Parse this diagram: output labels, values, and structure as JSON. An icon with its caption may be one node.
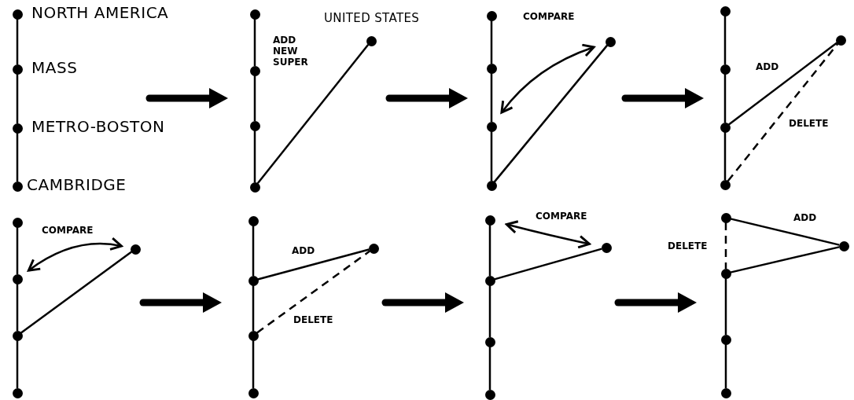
{
  "diagram": {
    "nodes": [
      {
        "text": [],
        "shape": "circle",
        "beside": [
          "NORTH AMERICA"
        ]
      },
      {
        "text": [],
        "shape": "circle",
        "beside": [
          "MASS"
        ]
      },
      {
        "text": [],
        "shape": "circle",
        "beside": [
          "METRO-BOSTON"
        ]
      },
      {
        "text": [],
        "shape": "circle",
        "beside": [
          "CAMBRIDGE"
        ]
      },
      {
        "text": [],
        "shape": "circle"
      },
      {
        "text": [],
        "shape": "circle"
      },
      {
        "text": [],
        "shape": "circle"
      },
      {
        "text": [],
        "shape": "circle"
      },
      {
        "text": [],
        "shape": "circle",
        "beside": [
          "UNITED STATES"
        ]
      },
      {
        "text": [],
        "shape": "circle"
      },
      {
        "text": [],
        "shape": "circle"
      },
      {
        "text": [],
        "shape": "circle"
      },
      {
        "text": [],
        "shape": "circle"
      },
      {
        "text": [],
        "shape": "circle"
      },
      {
        "text": [],
        "shape": "circle"
      },
      {
        "text": [],
        "shape": "circle"
      },
      {
        "text": [],
        "shape": "circle"
      },
      {
        "text": [],
        "shape": "circle"
      },
      {
        "text": [],
        "shape": "circle"
      },
      {
        "text": [],
        "shape": "circle"
      },
      {
        "text": [],
        "shape": "circle"
      },
      {
        "text": [],
        "shape": "circle"
      },
      {
        "text": [],
        "shape": "circle"
      },
      {
        "text": [],
        "shape": "circle"
      },
      {
        "text": [],
        "shape": "circle"
      },
      {
        "text": [],
        "shape": "circle"
      },
      {
        "text": [],
        "shape": "circle"
      },
      {
        "text": [],
        "shape": "circle"
      },
      {
        "text": [],
        "shape": "circle"
      },
      {
        "text": [],
        "shape": "circle"
      },
      {
        "text": [],
        "shape": "circle"
      },
      {
        "text": [],
        "shape": "circle"
      },
      {
        "text": [],
        "shape": "circle"
      },
      {
        "text": [],
        "shape": "circle"
      },
      {
        "text": [],
        "shape": "circle"
      },
      {
        "text": [],
        "shape": "circle"
      },
      {
        "text": [],
        "shape": "circle"
      },
      {
        "text": [],
        "shape": "circle"
      },
      {
        "text": [],
        "shape": "circle"
      }
    ],
    "edges": [
      {
        "from": 0,
        "to": 1,
        "arrow": "none"
      },
      {
        "from": 1,
        "to": 2,
        "arrow": "none"
      },
      {
        "from": 2,
        "to": 3,
        "arrow": "none"
      },
      {
        "from": 4,
        "to": 5,
        "arrow": "none"
      },
      {
        "from": 5,
        "to": 6,
        "arrow": "none"
      },
      {
        "from": 6,
        "to": 7,
        "arrow": "none"
      },
      {
        "from": 7,
        "to": 8,
        "arrow": "none",
        "label": "ADD NEW SUPER"
      },
      {
        "from": 9,
        "to": 10,
        "arrow": "none"
      },
      {
        "from": 10,
        "to": 11,
        "arrow": "none"
      },
      {
        "from": 11,
        "to": 12,
        "arrow": "none"
      },
      {
        "from": 12,
        "to": 13,
        "arrow": "none"
      },
      {
        "from": 11,
        "to": 13,
        "arrow": "both",
        "label": "COMPARE"
      },
      {
        "from": 14,
        "to": 15,
        "arrow": "none"
      },
      {
        "from": 15,
        "to": 16,
        "arrow": "none"
      },
      {
        "from": 16,
        "to": 17,
        "arrow": "none"
      },
      {
        "from": 16,
        "to": 18,
        "arrow": "none",
        "label": "ADD"
      },
      {
        "from": 17,
        "to": 18,
        "arrow": "none",
        "label": "DELETE",
        "style": "dashed"
      },
      {
        "from": 19,
        "to": 20,
        "arrow": "none"
      },
      {
        "from": 20,
        "to": 21,
        "arrow": "none"
      },
      {
        "from": 21,
        "to": 22,
        "arrow": "none"
      },
      {
        "from": 21,
        "to": 23,
        "arrow": "none"
      },
      {
        "from": 20,
        "to": 23,
        "arrow": "both",
        "label": "COMPARE"
      },
      {
        "from": 24,
        "to": 25,
        "arrow": "none"
      },
      {
        "from": 25,
        "to": 26,
        "arrow": "none"
      },
      {
        "from": 26,
        "to": 27,
        "arrow": "none"
      },
      {
        "from": 25,
        "to": 28,
        "arrow": "none",
        "label": "ADD"
      },
      {
        "from": 26,
        "to": 28,
        "arrow": "none",
        "label": "DELETE",
        "style": "dashed"
      },
      {
        "from": 29,
        "to": 30,
        "arrow": "none"
      },
      {
        "from": 30,
        "to": 31,
        "arrow": "none"
      },
      {
        "from": 31,
        "to": 32,
        "arrow": "none"
      },
      {
        "from": 30,
        "to": 33,
        "arrow": "none"
      },
      {
        "from": 29,
        "to": 33,
        "arrow": "both",
        "label": "COMPARE"
      },
      {
        "from": 34,
        "to": 35,
        "arrow": "none",
        "label": "DELETE",
        "style": "dashed"
      },
      {
        "from": 35,
        "to": 36,
        "arrow": "none"
      },
      {
        "from": 36,
        "to": 37,
        "arrow": "none"
      },
      {
        "from": 34,
        "to": 38,
        "arrow": "none",
        "label": "ADD"
      },
      {
        "from": 35,
        "to": 38,
        "arrow": "none"
      }
    ]
  }
}
